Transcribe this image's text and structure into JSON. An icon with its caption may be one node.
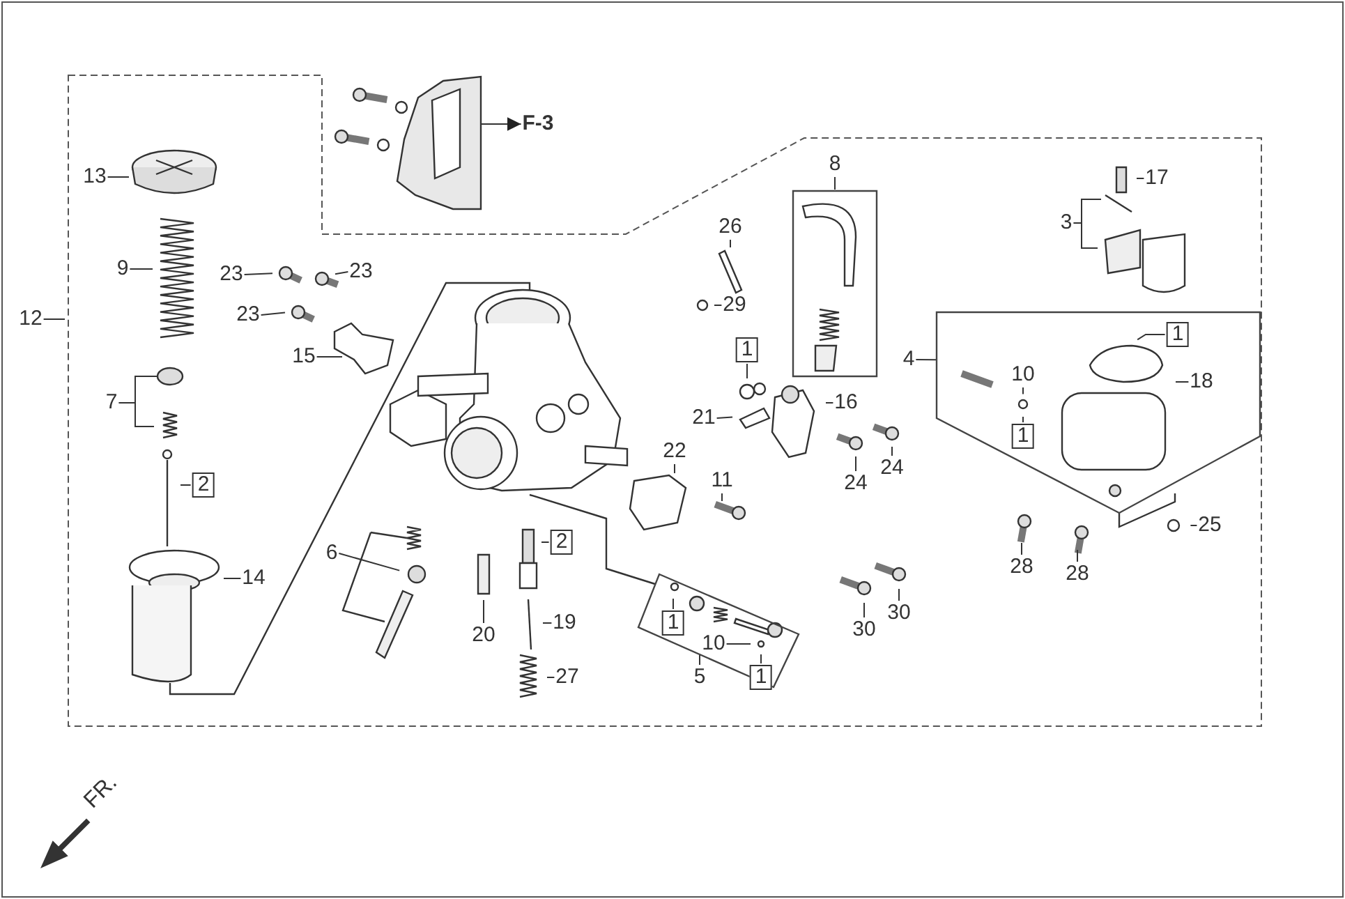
{
  "diagram": {
    "nodes": [
      {
        "text": [
          "13"
        ]
      },
      {
        "text": [
          "9"
        ]
      },
      {
        "text": [
          "12"
        ]
      },
      {
        "text": [
          "7"
        ]
      },
      {
        "text": [
          "2"
        ]
      },
      {
        "text": [
          "14"
        ]
      },
      {
        "text": [
          "23"
        ]
      },
      {
        "text": [
          "23"
        ]
      },
      {
        "text": [
          "23"
        ]
      },
      {
        "text": [
          "15"
        ]
      },
      {
        "text": [
          "F-3"
        ]
      },
      {
        "text": [
          "6"
        ]
      },
      {
        "text": [
          "2"
        ]
      },
      {
        "text": [
          "20"
        ]
      },
      {
        "text": [
          "19"
        ]
      },
      {
        "text": [
          "27"
        ]
      },
      {
        "text": [
          "26"
        ]
      },
      {
        "text": [
          "29"
        ]
      },
      {
        "text": [
          "1"
        ]
      },
      {
        "text": [
          "21"
        ]
      },
      {
        "text": [
          "16"
        ]
      },
      {
        "text": [
          "22"
        ]
      },
      {
        "text": [
          "11"
        ]
      },
      {
        "text": [
          "24"
        ]
      },
      {
        "text": [
          "24"
        ]
      },
      {
        "text": [
          "8"
        ]
      },
      {
        "text": [
          "17"
        ]
      },
      {
        "text": [
          "3"
        ]
      },
      {
        "text": [
          "4"
        ]
      },
      {
        "text": [],
        "shape": "box"
      },
      {
        "text": [
          "10"
        ],
        "in": 29
      },
      {
        "text": [
          "1"
        ],
        "in": 29
      },
      {
        "text": [
          "1"
        ],
        "in": 29
      },
      {
        "text": [
          "18"
        ],
        "in": 29
      },
      {
        "text": [
          "25"
        ]
      },
      {
        "text": [
          "28"
        ]
      },
      {
        "text": [
          "28"
        ]
      },
      {
        "text": [
          "30"
        ]
      },
      {
        "text": [
          "30"
        ]
      },
      {
        "text": [
          "5"
        ]
      },
      {
        "text": [],
        "shape": "box"
      },
      {
        "text": [
          "1"
        ],
        "in": 40
      },
      {
        "text": [
          "10"
        ],
        "in": 40
      },
      {
        "text": [
          "1"
        ],
        "in": 40
      },
      {
        "text": [],
        "shape": "box"
      }
    ],
    "edges": [
      {
        "from": 0,
        "to": null,
        "arrow": "none"
      },
      {
        "from": 1,
        "to": null,
        "arrow": "none"
      },
      {
        "from": 2,
        "to": null,
        "arrow": "none"
      },
      {
        "from": 3,
        "to": null,
        "arrow": "none"
      },
      {
        "from": 4,
        "to": null,
        "arrow": "none"
      },
      {
        "from": 5,
        "to": null,
        "arrow": "none"
      },
      {
        "from": 6,
        "to": null,
        "arrow": "none"
      },
      {
        "from": 7,
        "to": null,
        "arrow": "none"
      },
      {
        "from": 8,
        "to": null,
        "arrow": "none"
      },
      {
        "from": 9,
        "to": null,
        "arrow": "none"
      },
      {
        "from": null,
        "to": 10,
        "arrow": "to"
      },
      {
        "from": 11,
        "to": null,
        "arrow": "none"
      },
      {
        "from": 12,
        "to": null,
        "arrow": "none"
      },
      {
        "from": 13,
        "to": null,
        "arrow": "none"
      },
      {
        "from": 14,
        "to": null,
        "arrow": "none"
      },
      {
        "from": 15,
        "to": null,
        "arrow": "none"
      },
      {
        "from": 16,
        "to": null,
        "arrow": "none"
      },
      {
        "from": 17,
        "to": null,
        "arrow": "none"
      },
      {
        "from": 18,
        "to": null,
        "arrow": "none"
      },
      {
        "from": 19,
        "to": null,
        "arrow": "none"
      },
      {
        "from": 20,
        "to": null,
        "arrow": "none"
      },
      {
        "from": 21,
        "to": null,
        "arrow": "none"
      },
      {
        "from": 22,
        "to": null,
        "arrow": "none"
      },
      {
        "from": 23,
        "to": null,
        "arrow": "none"
      },
      {
        "from": 24,
        "to": null,
        "arrow": "none"
      },
      {
        "from": 25,
        "to": 44,
        "arrow": "none"
      },
      {
        "from": 26,
        "to": null,
        "arrow": "none"
      },
      {
        "from": 27,
        "to": null,
        "arrow": "none"
      },
      {
        "from": 28,
        "to": 29,
        "arrow": "none"
      },
      {
        "from": 30,
        "to": null,
        "arrow": "none"
      },
      {
        "from": 31,
        "to": null,
        "arrow": "none"
      },
      {
        "from": 32,
        "to": null,
        "arrow": "none"
      },
      {
        "from": 33,
        "to": null,
        "arrow": "none"
      },
      {
        "from": 34,
        "to": null,
        "arrow": "none"
      },
      {
        "from": 35,
        "to": null,
        "arrow": "none"
      },
      {
        "from": 36,
        "to": null,
        "arrow": "none"
      },
      {
        "from": 37,
        "to": null,
        "arrow": "none"
      },
      {
        "from": 38,
        "to": null,
        "arrow": "none"
      },
      {
        "from": 39,
        "to": 40,
        "arrow": "none"
      },
      {
        "from": 41,
        "to": null,
        "arrow": "none"
      },
      {
        "from": 42,
        "to": null,
        "arrow": "none"
      },
      {
        "from": 43,
        "to": null,
        "arrow": "none"
      }
    ],
    "labels": [
      "FR."
    ]
  }
}
